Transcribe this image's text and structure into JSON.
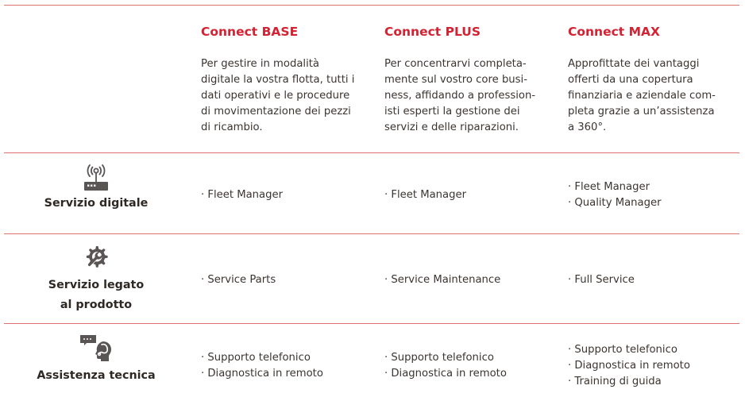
{
  "colors": {
    "accent_red": "#d42233",
    "divider": "#e07070",
    "text": "#3b3532",
    "icon": "#5a5555"
  },
  "plans": [
    {
      "title": "Connect BASE",
      "description_lines": [
        "Per gestire in modalità",
        "digitale la vostra flotta, tutti i",
        "dati operativi e le procedure",
        "di movimentazione dei pezzi",
        "di ricambio."
      ]
    },
    {
      "title": "Connect PLUS",
      "description_lines": [
        "Per concentrarvi completa-",
        "mente sul vostro core busi-",
        "ness, affidando a profession-",
        "isti esperti la gestione dei",
        "servizi e delle riparazioni."
      ]
    },
    {
      "title": "Connect MAX",
      "description_lines": [
        "Approfittate dei vantaggi",
        "offerti da una copertura",
        "finanziaria e aziendale com-",
        "pleta grazie a un’assistenza",
        "a 360°."
      ]
    }
  ],
  "rows": [
    {
      "icon": "router-wifi-icon",
      "label_lines": [
        "Servizio digitale"
      ],
      "cells": [
        [
          "· Fleet Manager"
        ],
        [
          "· Fleet Manager"
        ],
        [
          "· Fleet Manager",
          "· Quality Manager"
        ]
      ]
    },
    {
      "icon": "gear-wrench-icon",
      "label_lines": [
        "Servizio legato",
        "al prodotto"
      ],
      "cells": [
        [
          "· Service Parts"
        ],
        [
          "· Service Maintenance"
        ],
        [
          "· Full Service"
        ]
      ]
    },
    {
      "icon": "headset-support-icon",
      "label_lines": [
        "Assistenza tecnica"
      ],
      "cells": [
        [
          "· Supporto telefonico",
          "· Diagnostica in remoto"
        ],
        [
          "· Supporto telefonico",
          "· Diagnostica in remoto"
        ],
        [
          "· Supporto telefonico",
          "· Diagnostica in remoto",
          "· Training di guida"
        ]
      ]
    }
  ]
}
